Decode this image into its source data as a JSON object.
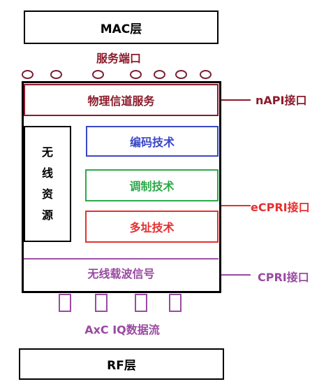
{
  "mac_layer": "MAC层",
  "rf_layer": "RF层",
  "service_port_label": "服务端口",
  "physical_channel_service": "物理信道服务",
  "radio_resources": [
    "无",
    "线",
    "资",
    "源"
  ],
  "coding_tech": "编码技术",
  "modulation_tech": "调制技术",
  "multiple_access_tech": "多址技术",
  "radio_carrier_signal": "无线载波信号",
  "interfaces": {
    "napi": "nAPI接口",
    "ecpri": "eCPRI接口",
    "cpri": "CPRI接口"
  },
  "axc_stream_label": "AxC IQ数据流",
  "colors": {
    "service": "#8b1a2b",
    "coding": "#3a47c8",
    "modulation": "#2ea84a",
    "multiple_access": "#e53030",
    "carrier": "#9a4aa2"
  }
}
